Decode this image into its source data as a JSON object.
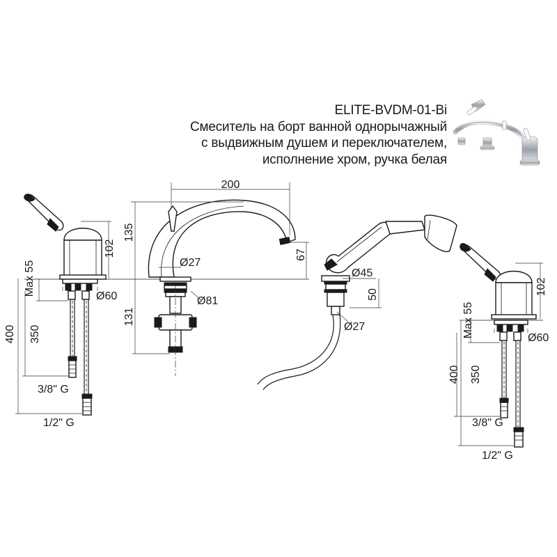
{
  "header": {
    "model_code": "ELITE-BVDM-01-Bi",
    "description_lines": [
      "Смеситель на борт ванной однорычажный",
      "с выдвижным душем и переключателем,",
      "исполнение хром, ручка белая"
    ]
  },
  "product_image": {
    "icon": "faucet-photo-icon",
    "colors": {
      "chrome": "#c8ccd0",
      "handle": "#ffffff"
    }
  },
  "left_valve": {
    "height_label": "102",
    "max_label": "Max 55",
    "diameter_label": "Ø60",
    "hose_length_label": "350",
    "total_length_label": "400",
    "thread_small_label": "3/8\" G",
    "thread_large_label": "1/2\" G"
  },
  "spout": {
    "reach_label": "200",
    "height_label": "135",
    "outlet_height_label": "67",
    "base_diameter_label": "Ø27",
    "flange_diameter_label": "Ø81",
    "below_deck_label": "131"
  },
  "shower": {
    "holder_diameter_label": "Ø45",
    "depth_label": "50",
    "hose_diameter_label": "Ø27"
  },
  "right_valve": {
    "height_label": "102",
    "max_label": "Max 55",
    "diameter_label": "Ø60",
    "hose_length_label": "350",
    "total_length_label": "400",
    "thread_small_label": "3/8\" G",
    "thread_large_label": "1/2\" G"
  }
}
